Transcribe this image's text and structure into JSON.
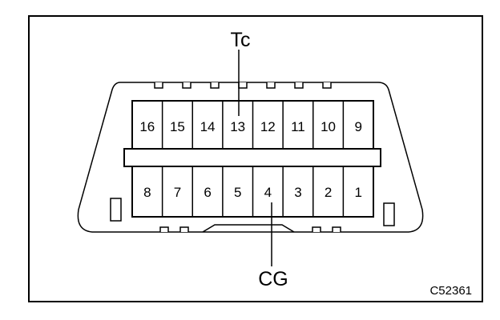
{
  "connector": {
    "top_row_pins": [
      "16",
      "15",
      "14",
      "13",
      "12",
      "11",
      "10",
      "9"
    ],
    "bottom_row_pins": [
      "8",
      "7",
      "6",
      "5",
      "4",
      "3",
      "2",
      "1"
    ]
  },
  "callouts": {
    "tc": {
      "label": "Tc",
      "pin": "13"
    },
    "cg": {
      "label": "CG",
      "pin": "4"
    }
  },
  "figure_ref": "C52361"
}
